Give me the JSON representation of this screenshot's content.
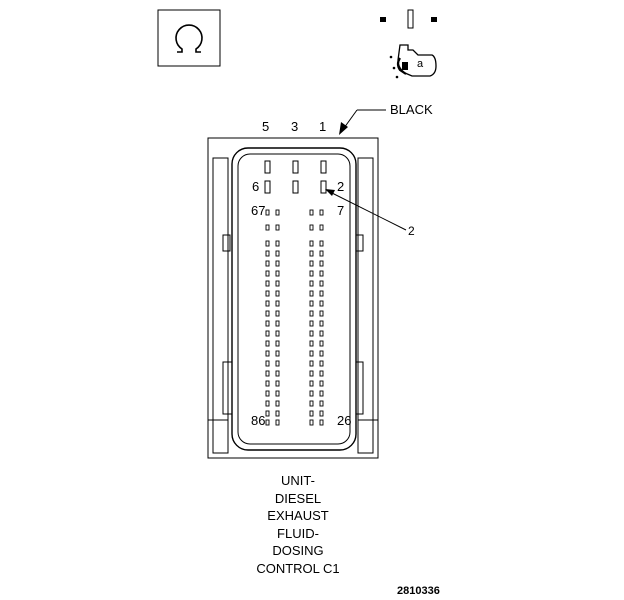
{
  "labels": {
    "black": "BLACK",
    "cavity_5": "5",
    "cavity_3": "3",
    "cavity_1": "1",
    "cavity_6": "6",
    "cavity_2": "2",
    "cavity_67": "67",
    "cavity_7": "7",
    "cavity_86": "86",
    "cavity_26": "26",
    "callout": "2",
    "key_letter": "a"
  },
  "title_lines": [
    "UNIT-",
    "DIESEL",
    "EXHAUST",
    "FLUID-",
    "DOSING",
    "CONTROL C1"
  ],
  "figure_number": "2810336",
  "icons": {
    "top_left": "ohm-resistance-icon",
    "top_right": "ignition-key-icon"
  }
}
